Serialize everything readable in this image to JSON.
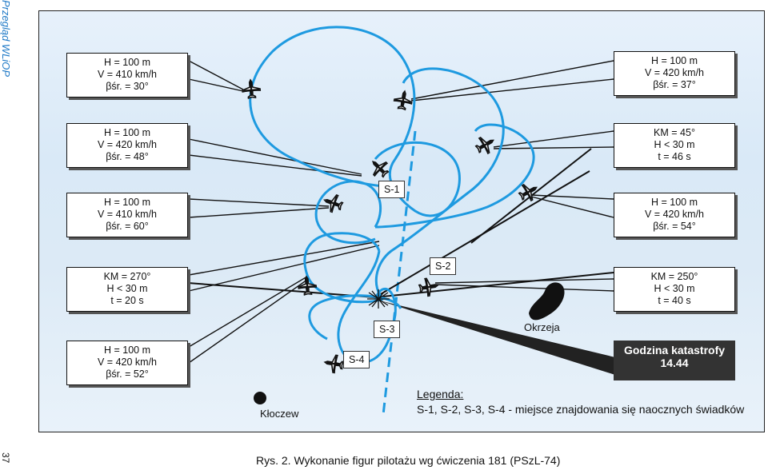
{
  "journal": "Przegląd WLiOP",
  "page_number": "37",
  "caption": "Rys. 2. Wykonanie figur pilotażu wg ćwiczenia 181 (PSzL-74)",
  "boxes": {
    "left_1": [
      "H = 100 m",
      "V = 410 km/h",
      "βśr. = 30°"
    ],
    "left_2": [
      "H = 100 m",
      "V = 420 km/h",
      "βśr. = 48°"
    ],
    "left_3": [
      "H = 100 m",
      "V = 410 km/h",
      "βśr. = 60°"
    ],
    "left_4": [
      "KM = 270°",
      "H < 30 m",
      "t = 20 s"
    ],
    "left_5": [
      "H = 100 m",
      "V = 420 km/h",
      "βśr. = 52°"
    ],
    "right_1": [
      "H = 100 m",
      "V = 420 km/h",
      "βśr. = 37°"
    ],
    "right_2": [
      "KM = 45°",
      "H < 30 m",
      "t = 46 s"
    ],
    "right_3": [
      "H = 100 m",
      "V = 420 km/h",
      "βśr. = 54°"
    ],
    "right_4": [
      "KM = 250°",
      "H < 30 m",
      "t = 40 s"
    ]
  },
  "witnesses": {
    "s1": "S-1",
    "s2": "S-2",
    "s3": "S-3",
    "s4": "S-4"
  },
  "places": {
    "kloczew": "Kłoczew",
    "okrzeja": "Okrzeja"
  },
  "crash_time": {
    "line1": "Godzina katastrofy",
    "line2": "14.44"
  },
  "legend": {
    "title": "Legenda:",
    "text": "S-1, S-2, S-3, S-4 - miejsce znajdowania się naocznych świadków"
  },
  "colors": {
    "path": "#1e9ae0",
    "dashed_axis": "#1e9ae0",
    "crash_box": "#333333",
    "journal": "#1d78c6"
  },
  "icons": [
    "aircraft-icon",
    "crash-site-icon",
    "lake-icon",
    "town-marker-icon"
  ]
}
